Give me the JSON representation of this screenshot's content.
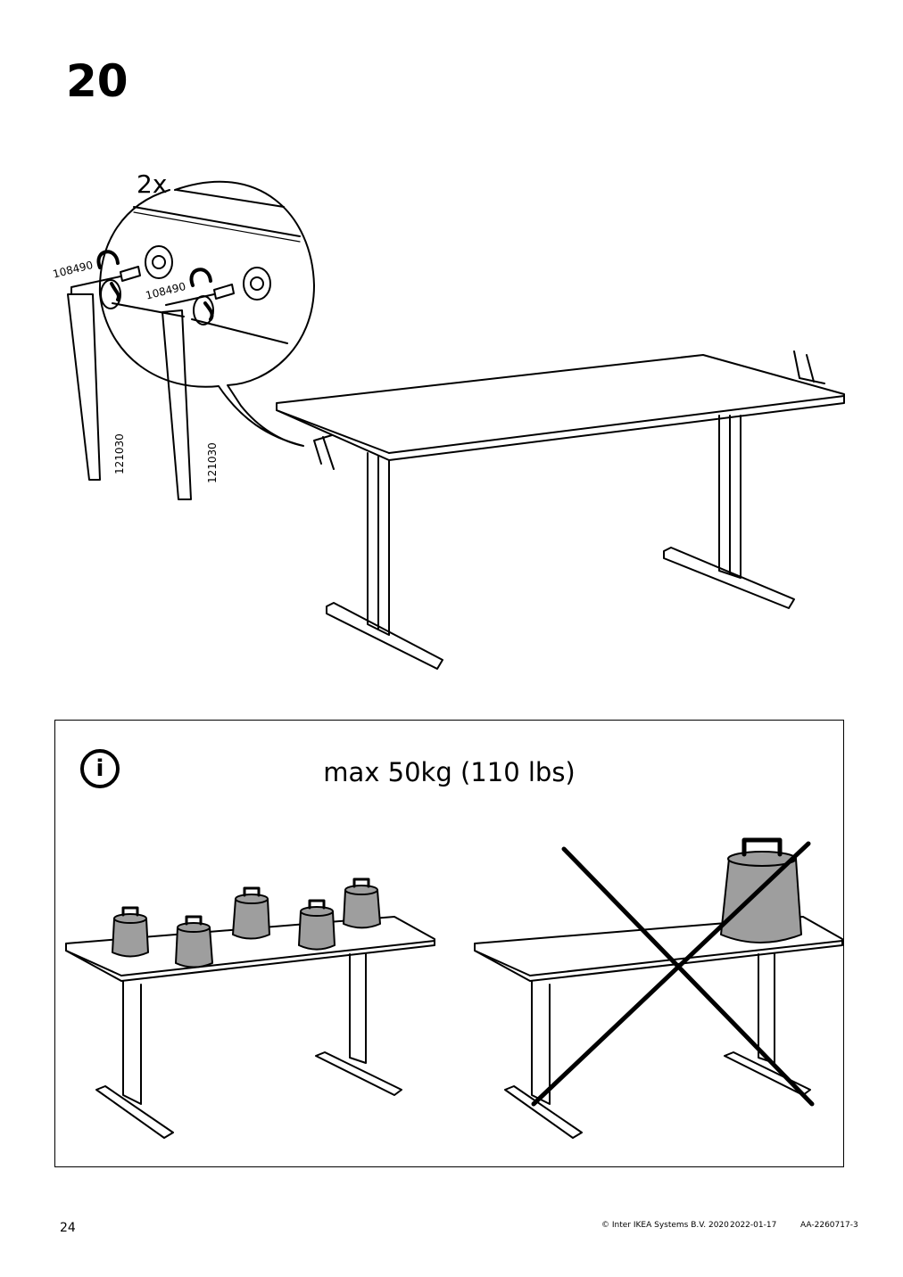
{
  "step": {
    "number": "20"
  },
  "callout": {
    "count": "2x"
  },
  "parts": {
    "screw_code": "108490",
    "key_code": "121030"
  },
  "info": {
    "icon": "info-icon",
    "weight_limit": "max 50kg (110 lbs)"
  },
  "footer": {
    "page_number": "24",
    "copyright": "© Inter IKEA Systems B.V. 2020",
    "date": "2022-01-17",
    "doc_id": "AA-2260717-3"
  }
}
